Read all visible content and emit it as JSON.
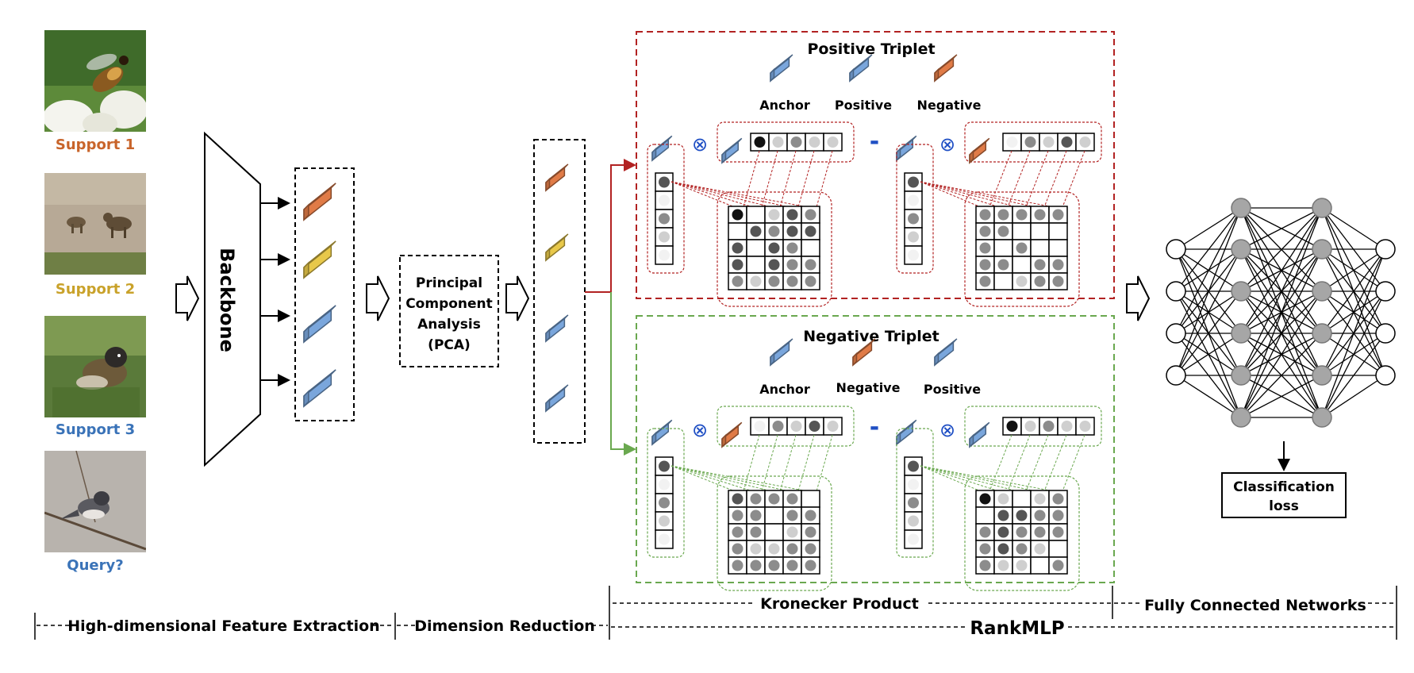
{
  "support_images": [
    {
      "label": "Support 1",
      "color": "#c8642a",
      "subject": "bee-on-flower"
    },
    {
      "label": "Support 2",
      "color": "#c9a22a",
      "subject": "wild-dogs"
    },
    {
      "label": "Support 3",
      "color": "#3a73b8",
      "subject": "bird-on-grass"
    },
    {
      "label": "Query?",
      "color": "#3a73b8",
      "subject": "bird-on-branch"
    }
  ],
  "backbone": {
    "label": "Backbone"
  },
  "pca": {
    "line1": "Principal",
    "line2": "Component",
    "line3": "Analysis",
    "line4": "(PCA)"
  },
  "positive_triplet": {
    "title": "Positive Triplet",
    "legend": [
      "Anchor",
      "Positive",
      "Negative"
    ],
    "minus": "-",
    "otimes": "⊗",
    "border_color": "#b22222"
  },
  "negative_triplet": {
    "title": "Negative Triplet",
    "legend": [
      "Anchor",
      "Negative",
      "Positive"
    ],
    "minus": "-",
    "otimes": "⊗",
    "border_color": "#6aa84f"
  },
  "classification": {
    "line1": "Classification",
    "line2": "loss"
  },
  "stages": {
    "high_dim": "High-dimensional Feature Extraction",
    "dim_reduction": "Dimension Reduction",
    "kronecker": "Kronecker Product",
    "fcn": "Fully Connected Networks",
    "rankmlp": "RankMLP"
  },
  "colors": {
    "orange": "#e07b47",
    "yellow": "#e8c84a",
    "blue": "#7aa6dc",
    "red": "#b22222",
    "green": "#6aa84f",
    "neuron_gray": "#a6a6a6"
  }
}
